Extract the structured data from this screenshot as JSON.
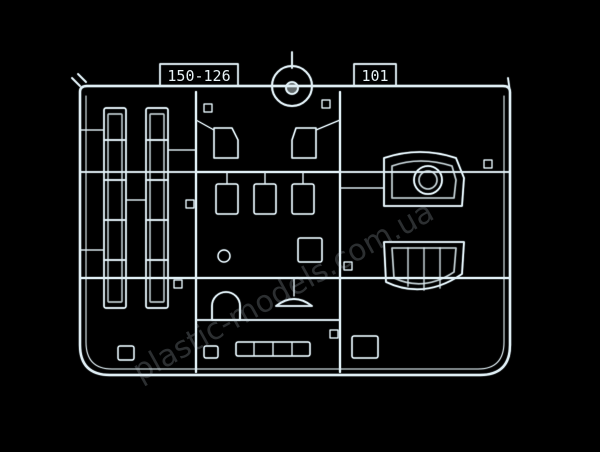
{
  "photo": {
    "subject": "clear-plastic-sprue-frame",
    "background_color": "#000000",
    "plastic_color": "#dfeef4",
    "labels": {
      "part_number": "150-126",
      "sprue_code": "101"
    },
    "watermark": "plastic-models.com.ua"
  }
}
